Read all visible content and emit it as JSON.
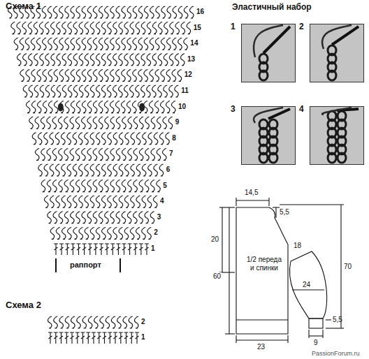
{
  "diagram": {
    "nodes": [
      {
        "text": [
          "1"
        ]
      },
      {
        "text": [
          "2"
        ]
      },
      {
        "text": [
          "3"
        ]
      },
      {
        "text": [
          "4"
        ]
      }
    ],
    "labels": [
      "Схема 1",
      "16",
      "15",
      "14",
      "13",
      "12",
      "11",
      "10",
      "9",
      "8",
      "7",
      "6",
      "5",
      "4",
      "3",
      "2",
      "1",
      "раппорт",
      "Схема 2",
      "2",
      "1",
      "Эластичный набор",
      "14,5",
      "5,5",
      "20",
      "60",
      "1/2 переда и спинки",
      "18",
      "24",
      "70",
      "5,5",
      "23",
      "9",
      "PassionForum.ru"
    ]
  }
}
